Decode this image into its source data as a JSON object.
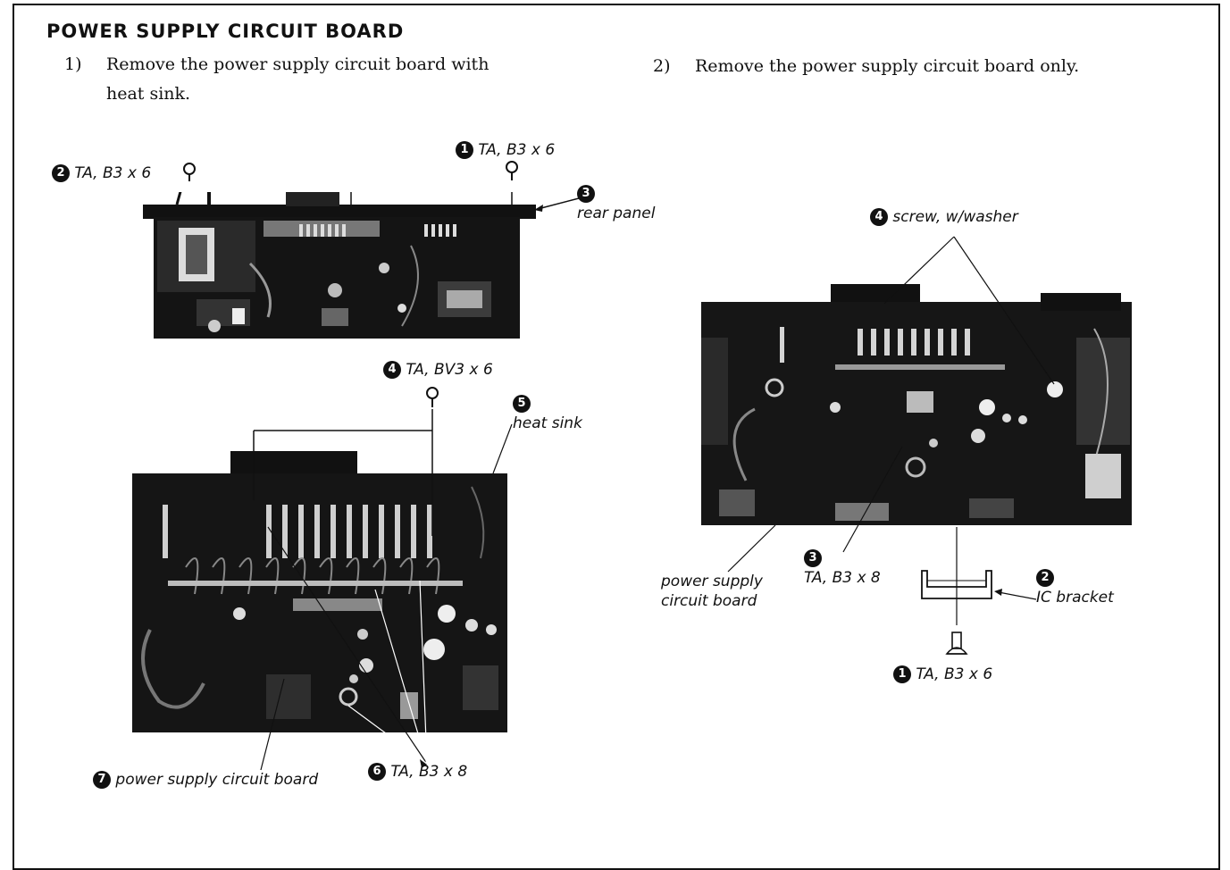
{
  "title": "POWER SUPPLY CIRCUIT BOARD",
  "steps": [
    {
      "num": "1)",
      "line1": "Remove the power supply circuit board with",
      "line2": "heat sink."
    },
    {
      "num": "2)",
      "line1": "Remove the power supply circuit board only."
    }
  ],
  "left_top": {
    "c1": {
      "badge": "1",
      "label": "TA, B3 x 6"
    },
    "c2": {
      "badge": "2",
      "label": "TA, B3 x 6"
    },
    "c3": {
      "badge": "3",
      "label": "rear panel"
    }
  },
  "left_bottom": {
    "c4": {
      "badge": "4",
      "label": "TA, BV3 x 6"
    },
    "c5": {
      "badge": "5",
      "label": "heat sink"
    },
    "c6": {
      "badge": "6",
      "label": "TA, B3 x 8"
    },
    "c7": {
      "badge": "7",
      "label": "power supply circuit board"
    }
  },
  "right": {
    "c4": {
      "badge": "4",
      "label": "screw, w/washer"
    },
    "c3": {
      "badge": "3",
      "label": "TA, B3 x 8"
    },
    "c2": {
      "badge": "2",
      "label": "IC bracket"
    },
    "c1": {
      "badge": "1",
      "label": "TA, B3 x 6"
    },
    "board_line1": "power supply",
    "board_line2": "circuit board"
  }
}
